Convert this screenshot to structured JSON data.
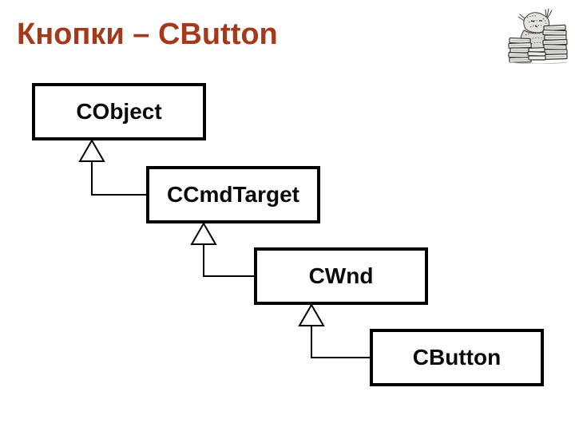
{
  "slide": {
    "title": "Кнопки – CButton",
    "title_color": "#A5391C",
    "background_color": "#FFFFFF"
  },
  "diagram": {
    "type": "class-hierarchy",
    "relation": "inheritance",
    "arrow_style": "hollow-triangle-pointing-to-base-class",
    "line_color": "#000000",
    "box_background": "#FFFFFF",
    "box_border_color": "#000000",
    "classes": [
      {
        "name": "CObject",
        "parent": null
      },
      {
        "name": "CCmdTarget",
        "parent": "CObject"
      },
      {
        "name": "CWnd",
        "parent": "CCmdTarget"
      },
      {
        "name": "CButton",
        "parent": "CWnd"
      }
    ]
  },
  "decorations": {
    "corner_image": "cat-sitting-among-book-stacks-sketch"
  }
}
